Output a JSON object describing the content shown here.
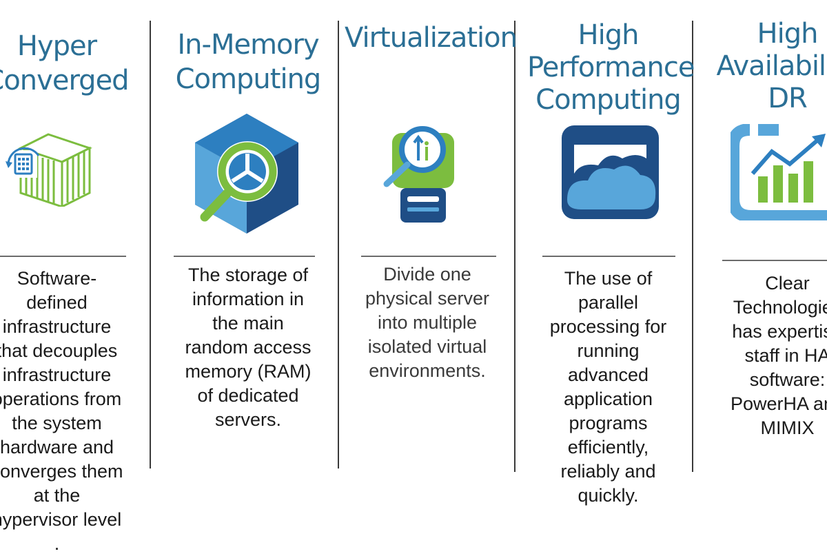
{
  "columns": [
    {
      "title_lines": [
        "Hyper",
        "Converged"
      ],
      "icon": "hyperconverged-server-icon",
      "desc_lines": [
        "Software-",
        "defined",
        "infrastructure",
        "that decouples",
        "infrastructure",
        "operations from",
        "the system",
        "hardware and",
        "converges them",
        "at the",
        "hypervisor level",
        "."
      ]
    },
    {
      "title_lines": [
        "In-Memory",
        "Computing"
      ],
      "icon": "memory-magnifier-cube-icon",
      "desc_lines": [
        "The storage of",
        "information in",
        "the main",
        "random access",
        "memory (RAM)",
        "of dedicated",
        "servers."
      ]
    },
    {
      "title_lines": [
        "Virtualization"
      ],
      "icon": "virtual-server-search-icon",
      "desc_lines": [
        "Divide one",
        "physical server",
        "into multiple",
        "isolated virtual",
        "environments."
      ]
    },
    {
      "title_lines": [
        "High",
        "Performance",
        "Computing"
      ],
      "icon": "cloud-computing-icon",
      "desc_lines": [
        "The use of",
        "parallel",
        "processing for",
        "running",
        "advanced",
        "application",
        "programs",
        "efficiently,",
        "reliably and",
        "quickly."
      ]
    },
    {
      "title_lines": [
        "High",
        "Availability",
        "DR"
      ],
      "icon": "availability-growth-chart-icon",
      "desc_lines": [
        "Clear",
        "Technologies",
        "has expertise",
        "staff in HA",
        "software:",
        "PowerHA and",
        "MIMIX"
      ]
    }
  ],
  "colors": {
    "title": "#2b6f95",
    "green": "#7cbd3f",
    "blue": "#2d7fc0",
    "navy": "#1f4e86",
    "lightblue": "#58a6da"
  }
}
